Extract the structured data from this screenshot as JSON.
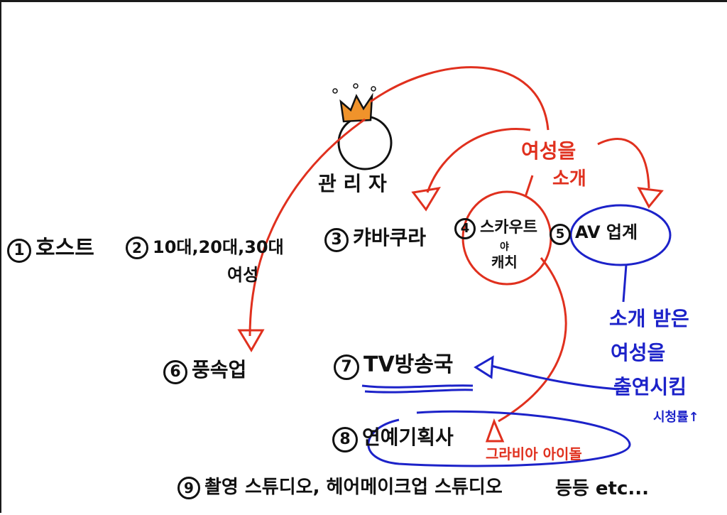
{
  "admin": {
    "label": "관 리 자"
  },
  "nodes": [
    {
      "num": "1",
      "label": "호스트"
    },
    {
      "num": "2",
      "label": "10대,20대,30대",
      "label2": "여성"
    },
    {
      "num": "3",
      "label": "캬바쿠라"
    },
    {
      "num": "4",
      "label": "스카우트",
      "label_small": "야",
      "label2": "캐치"
    },
    {
      "num": "5",
      "label": "AV 업계"
    },
    {
      "num": "6",
      "label": "풍속업"
    },
    {
      "num": "7",
      "label": "TV방송국"
    },
    {
      "num": "8",
      "label": "연예기획사"
    },
    {
      "num": "9",
      "label": "촬영 스튜디오, 헤어메이크업 스튜디오",
      "etc": "등등 etc..."
    }
  ],
  "annotations": {
    "introduce_women": [
      "여성을",
      "소개"
    ],
    "gravure_idol": "그라비아 아이돌",
    "introduced_women": [
      "소개 받은",
      "여성을",
      "출연시킴"
    ],
    "ratings_up": "시청률↑"
  },
  "colors": {
    "ink": "#111111",
    "red": "#e0301e",
    "blue": "#1c22c9",
    "crown_fill": "#f0932b"
  }
}
